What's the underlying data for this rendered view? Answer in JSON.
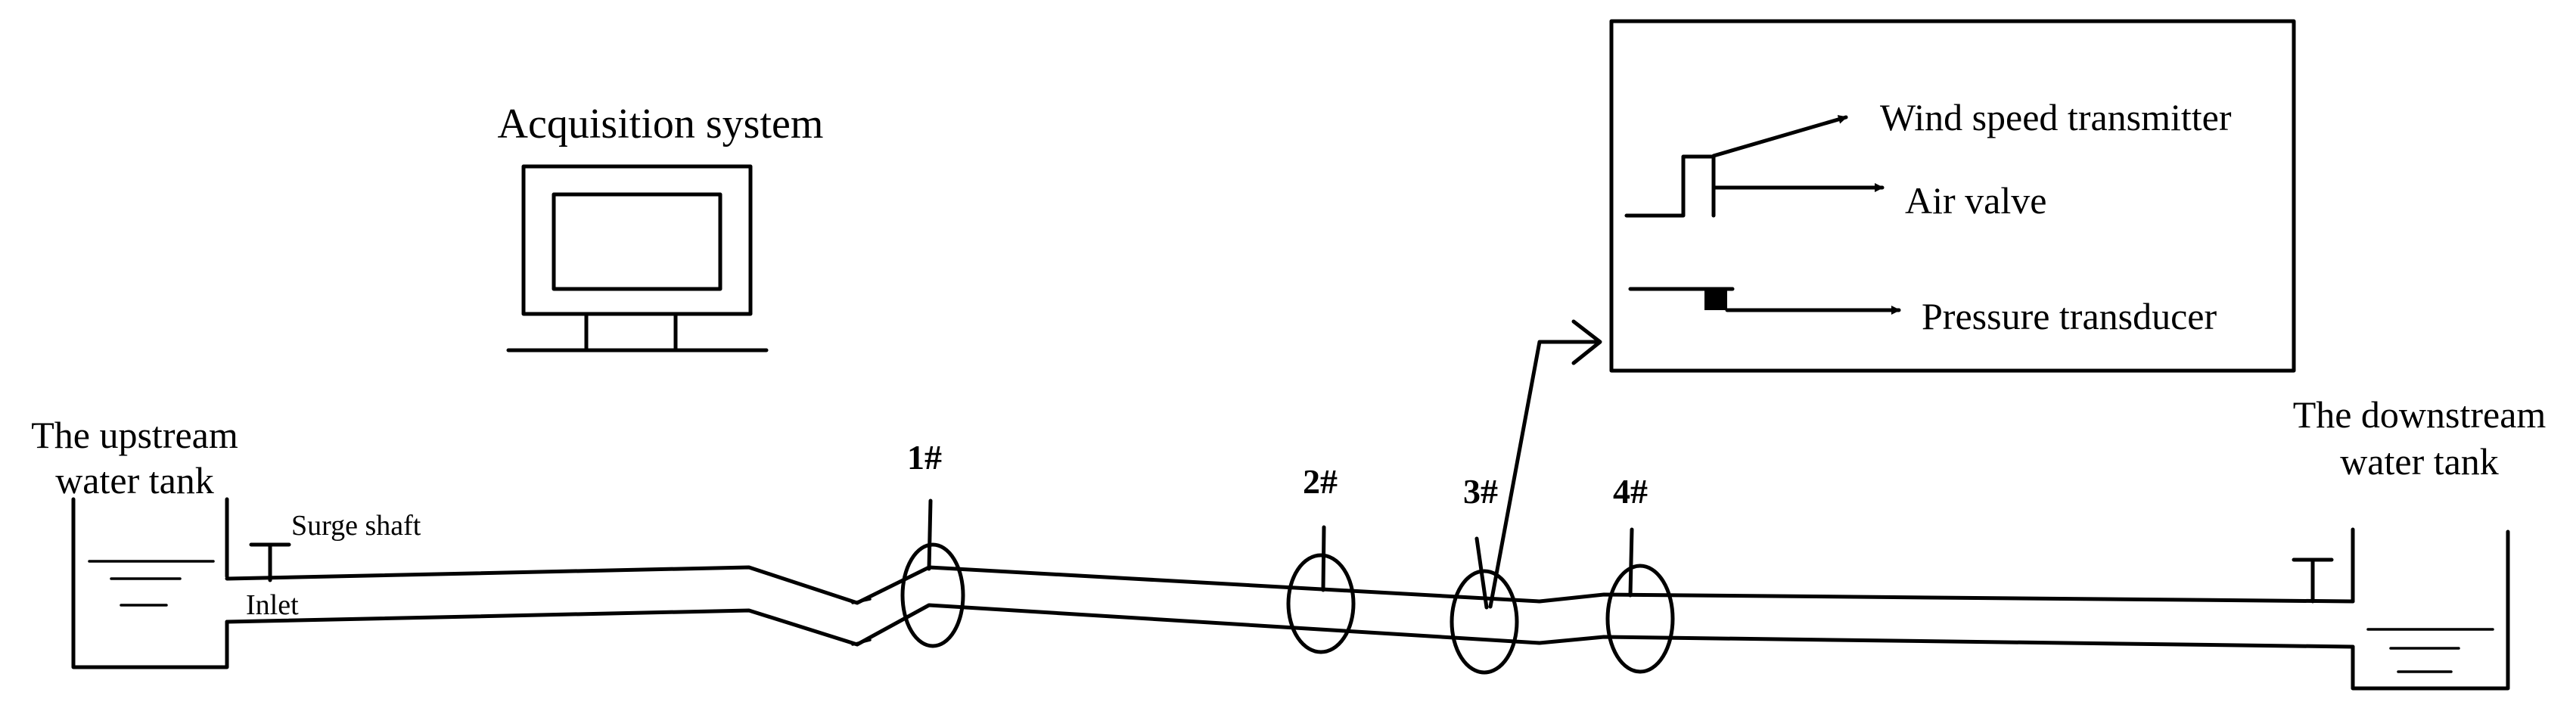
{
  "labels": {
    "acquisition_system": "Acquisition system",
    "upstream_tank_line1": "The upstream",
    "upstream_tank_line2": "water tank",
    "downstream_tank_line1": "The downstream",
    "downstream_tank_line2": "water tank",
    "surge_shaft": "Surge shaft",
    "inlet": "Inlet"
  },
  "measurement_points": [
    {
      "label": "1#"
    },
    {
      "label": "2#"
    },
    {
      "label": "3#"
    },
    {
      "label": "4#"
    }
  ],
  "legend": {
    "wind_speed_transmitter": "Wind speed transmitter",
    "air_valve": "Air valve",
    "pressure_transducer": "Pressure transducer"
  },
  "colors": {
    "line": "#000000",
    "background": "#ffffff"
  }
}
